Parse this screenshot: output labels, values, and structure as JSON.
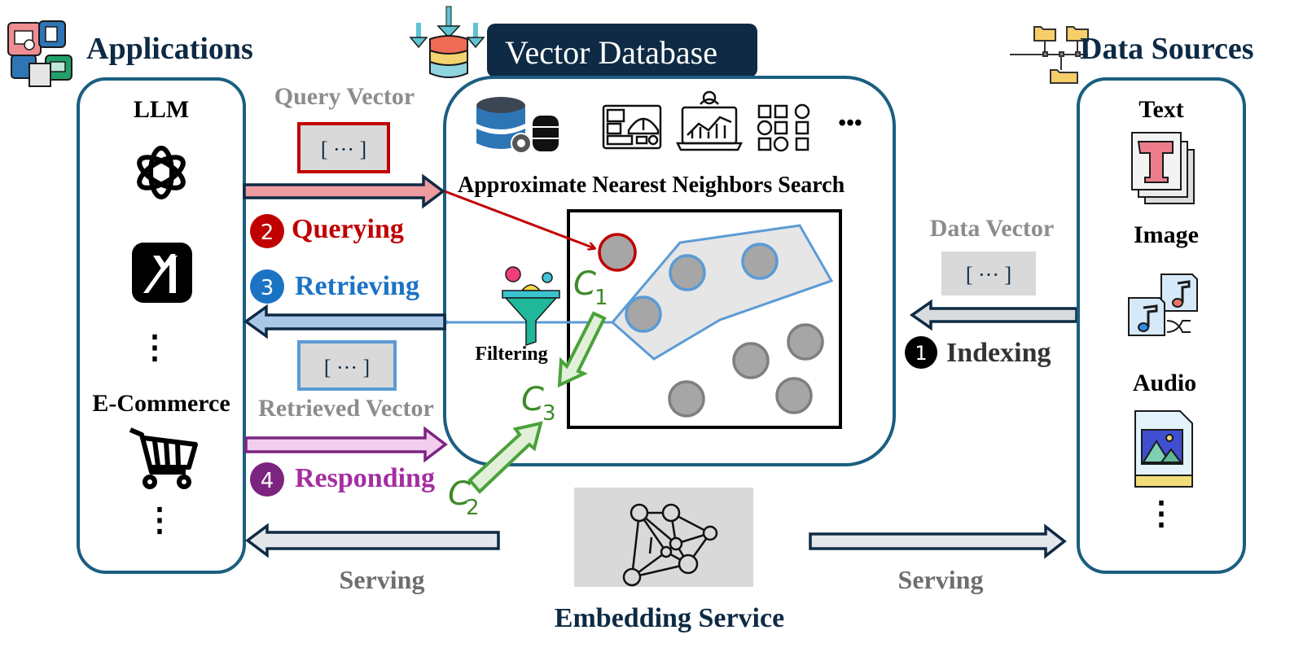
{
  "colors": {
    "navy": "#0e2a44",
    "box_border": "#1b5e80",
    "query_red": "#c00000",
    "query_fill": "#ee9ca0",
    "retrieve_blue": "#1b73c4",
    "retrieve_fill": "#a9c8e8",
    "respond_purple": "#7b2480",
    "respond_fill": "#f2cdee",
    "respond_text": "#a32ea0",
    "cluster_green": "#4aa23a",
    "gray_text": "#7f7f7f",
    "serving_fill": "#e3e6ea"
  },
  "applications": {
    "title": "Applications",
    "icon": "apps-collage-icon",
    "items": [
      {
        "label": "LLM",
        "icon": "openai-logo-icon"
      },
      {
        "label": "",
        "icon": "xai-logo-icon"
      },
      {
        "label": "E-Commerce",
        "icon": "shopping-cart-icon"
      }
    ],
    "ellipsis": "⋮"
  },
  "vector_database": {
    "title": "Vector Database",
    "icon": "database-arrows-icon",
    "tool_icons": [
      "database-gear-icon",
      "control-panel-icon",
      "analytics-laptop-icon",
      "layout-grid-icon"
    ],
    "more": "•••",
    "ann_label": "Approximate Nearest Neighbors Search",
    "filter_label": "Filtering",
    "clusters": [
      {
        "name": "C",
        "sub": "1"
      },
      {
        "name": "C",
        "sub": "2"
      },
      {
        "name": "C",
        "sub": "3"
      }
    ]
  },
  "data_sources": {
    "title": "Data Sources",
    "icon": "folder-network-icon",
    "items": [
      {
        "label": "Text",
        "icon": "text-document-icon"
      },
      {
        "label": "Image",
        "icon": "music-files-icon"
      },
      {
        "label": "Audio",
        "icon": "image-file-icon"
      }
    ],
    "ellipsis": "⋮"
  },
  "flows": {
    "query_vector_label": "Query Vector",
    "retrieved_vector_label": "Retrieved Vector",
    "data_vector_label": "Data Vector",
    "vector_placeholder": "[ ··· ]",
    "steps": [
      {
        "num": "1",
        "label": "Indexing"
      },
      {
        "num": "2",
        "label": "Querying"
      },
      {
        "num": "3",
        "label": "Retrieving"
      },
      {
        "num": "4",
        "label": "Responding"
      }
    ],
    "serving_left": "Serving",
    "serving_right": "Serving"
  },
  "embedding_service": {
    "label": "Embedding Service",
    "icon": "neural-network-icon"
  }
}
